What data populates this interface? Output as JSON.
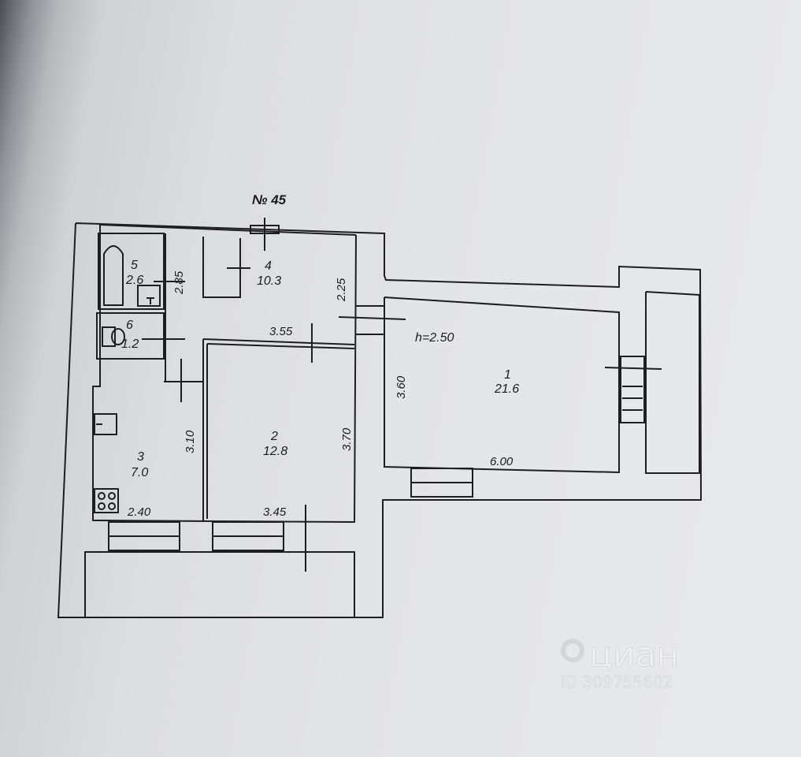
{
  "plan": {
    "apartment_no": "№ 45",
    "ceiling_height": "h=2.50",
    "rooms": [
      {
        "id": "1",
        "area": "21.6"
      },
      {
        "id": "2",
        "area": "12.8"
      },
      {
        "id": "3",
        "area": "7.0"
      },
      {
        "id": "4",
        "area": "10.3"
      },
      {
        "id": "5",
        "area": "2.6"
      },
      {
        "id": "6",
        "area": "1.2"
      }
    ],
    "dimensions": {
      "room1_width": "6.00",
      "room1_depth": "3.60",
      "room2_width": "3.45",
      "room2_depth": "3.70",
      "room3_width": "2.40",
      "room3_depth": "3.10",
      "hall_width": "3.55",
      "hall_depth": "2.25",
      "bath_depth": "2.85"
    }
  },
  "watermark": {
    "brand": "циан",
    "id": "ID 309755602"
  },
  "colors": {
    "line": "#1e1e20",
    "wall_fill": "#e6e7e9"
  }
}
